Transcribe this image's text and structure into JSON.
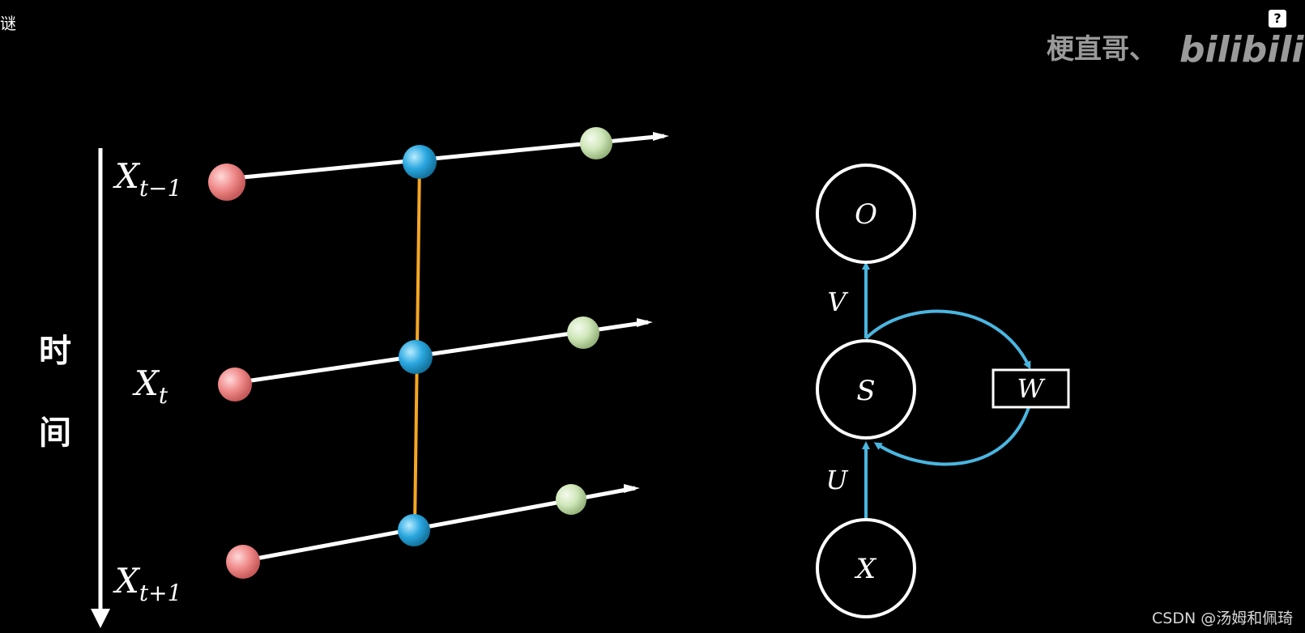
{
  "corner_text": "谜",
  "help_label": "?",
  "watermark": {
    "author": "梗直哥、",
    "brand": "bilibili"
  },
  "footer": "CSDN @汤姆和佩琦",
  "time_axis": {
    "label_top": "时",
    "label_bottom": "间"
  },
  "unrolled": {
    "rows": [
      {
        "base": "X",
        "subscript": "t−1"
      },
      {
        "base": "X",
        "subscript": "t"
      },
      {
        "base": "X",
        "subscript": "t+1"
      }
    ]
  },
  "rnn": {
    "nodes": {
      "output": "O",
      "state": "S",
      "input": "X"
    },
    "weights": {
      "V": "V",
      "U": "U",
      "W": "W"
    }
  },
  "colors": {
    "background": "#000000",
    "line": "#ffffff",
    "input_node": "#f08a8a",
    "hidden_node": "#2aa7e0",
    "output_node": "#cfe6b8",
    "connector": "#f5a623",
    "arrow": "#4ab6e0",
    "watermark": "#9a9a9a"
  }
}
